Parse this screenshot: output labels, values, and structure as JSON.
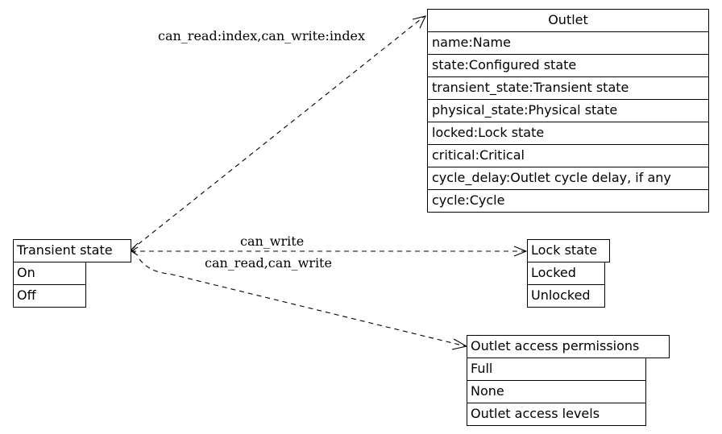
{
  "nodes": {
    "outlet": {
      "title": "Outlet",
      "rows": [
        "name:Name",
        "state:Configured state",
        "transient_state:Transient state",
        "physical_state:Physical state",
        "locked:Lock state",
        "critical:Critical",
        "cycle_delay:Outlet cycle delay, if any",
        "cycle:Cycle"
      ]
    },
    "transient_state": {
      "title": "Transient state",
      "rows": [
        "On",
        "Off"
      ]
    },
    "lock_state": {
      "title": "Lock state",
      "rows": [
        "Locked",
        "Unlocked"
      ]
    },
    "outlet_access_permissions": {
      "title": "Outlet access permissions",
      "rows": [
        "Full",
        "None",
        "Outlet access levels"
      ]
    }
  },
  "edges": {
    "to_outlet": "can_read:index,can_write:index",
    "to_lock_state": "can_write",
    "to_permissions": "can_read,can_write"
  }
}
